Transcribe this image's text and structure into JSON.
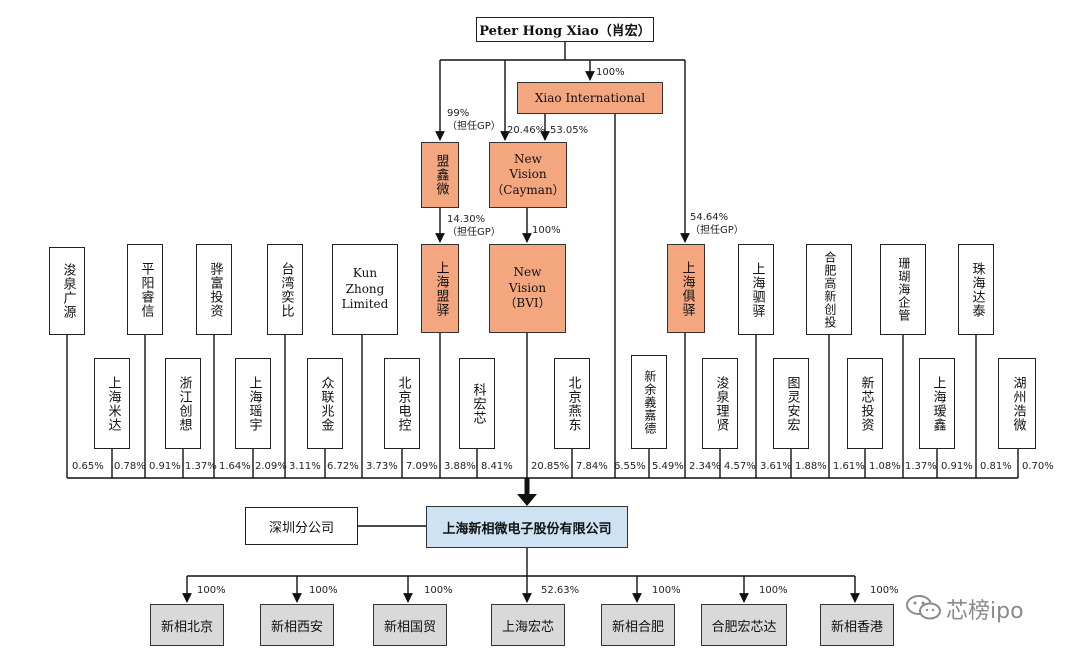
{
  "top": {
    "label": "Peter Hong Xiao（肖宏）"
  },
  "mid": {
    "xiao_intl": "Xiao International",
    "mengxinwei": "盟鑫微",
    "nv_cayman": "New\nVision\n（Cayman）",
    "sh_mengyi": "上海盟驿",
    "nv_bvi": "New\nVision\n（BVI）",
    "sh_juyi": "上海俱驿"
  },
  "mid_pcts": {
    "p100_xiao": "100%",
    "p99": "99%\n（担任GP）",
    "p2046": "20.46%",
    "p5305": "53.05%",
    "p1430": "14.30%\n（担任GP）",
    "p100_bvi": "100%",
    "p5464": "54.64%\n（担任GP）"
  },
  "shareholders_upper": [
    {
      "name": "浚泉广源",
      "pct": "0.65%"
    },
    {
      "name": "平阳睿信",
      "pct": "0.91%"
    },
    {
      "name": "骅富投资",
      "pct": "1.64%"
    },
    {
      "name": "台湾奕比",
      "pct": "3.11%"
    },
    {
      "name": "Kun\nZhong\nLimited",
      "pct": "3.73%"
    },
    {
      "name": "珊瑚海企管",
      "pct": "1.37%"
    },
    {
      "name": "珠海达泰",
      "pct": "0.81%"
    },
    {
      "name": "上海驷驿",
      "pct": "4.57%"
    },
    {
      "name": "合肥高新创投",
      "pct": "1.88%"
    }
  ],
  "shareholders_lower": [
    {
      "name": "上海米达",
      "pct": "0.78%"
    },
    {
      "name": "浙江创想",
      "pct": "1.37%"
    },
    {
      "name": "上海瑶宇",
      "pct": "2.09%"
    },
    {
      "name": "众联兆金",
      "pct": "6.72%"
    },
    {
      "name": "北京电控",
      "pct": "7.09%"
    },
    {
      "name": "科宏芯",
      "pct": "8.41%"
    },
    {
      "name": "北京燕东",
      "pct": "7.84%"
    },
    {
      "name": "新余義嘉德",
      "pct": "6.55%"
    },
    {
      "name": "浚泉理贤",
      "pct": "2.34%"
    },
    {
      "name": "图灵安宏",
      "pct": "3.61%"
    },
    {
      "name": "新芯投资",
      "pct": "1.61%"
    },
    {
      "name": "上海瑷鑫",
      "pct": "0.91%"
    },
    {
      "name": "湖州浩微",
      "pct": "0.70%"
    }
  ],
  "main_pcts": {
    "sh_mengyi": "3.88%",
    "nv_bvi": "20.85%",
    "sh_juyi": "5.49%",
    "other": "1.08%"
  },
  "company": {
    "name": "上海新相微电子股份有限公司",
    "branch": "深圳分公司"
  },
  "subsidiaries": [
    {
      "name": "新相北京",
      "pct": "100%"
    },
    {
      "name": "新相西安",
      "pct": "100%"
    },
    {
      "name": "新相国贸",
      "pct": "100%"
    },
    {
      "name": "上海宏芯",
      "pct": "52.63%"
    },
    {
      "name": "新相合肥",
      "pct": "100%"
    },
    {
      "name": "合肥宏芯达",
      "pct": "100%"
    },
    {
      "name": "新相香港",
      "pct": "100%"
    }
  ],
  "watermark": "芯榜ipo"
}
